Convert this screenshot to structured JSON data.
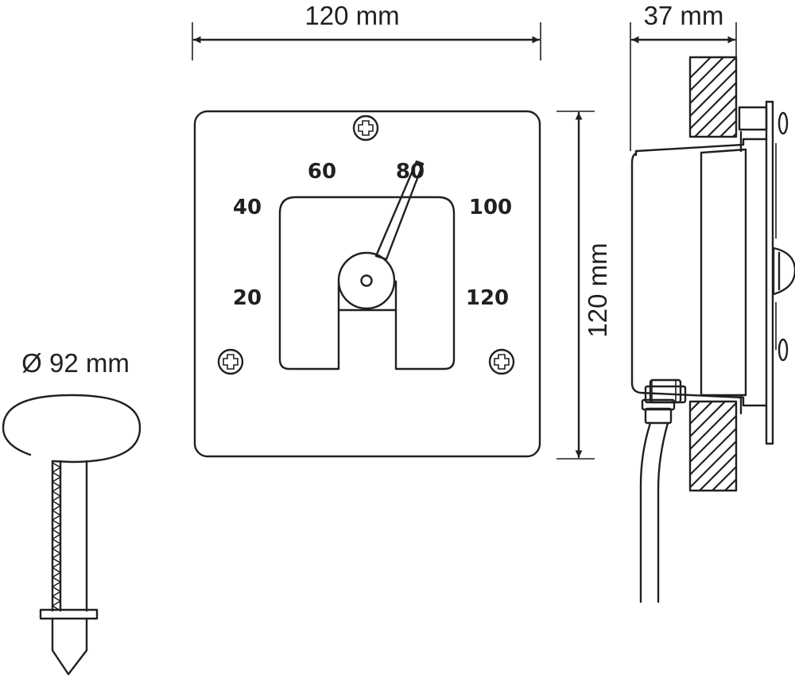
{
  "dimensions": {
    "width_label": "120 mm",
    "height_label": "120 mm",
    "depth_label": "37 mm",
    "diameter_label": "Ø 92 mm"
  },
  "dial_scale": [
    "20",
    "40",
    "60",
    "80",
    "100",
    "120"
  ],
  "colors": {
    "line": "#231f20",
    "background": "#ffffff"
  }
}
